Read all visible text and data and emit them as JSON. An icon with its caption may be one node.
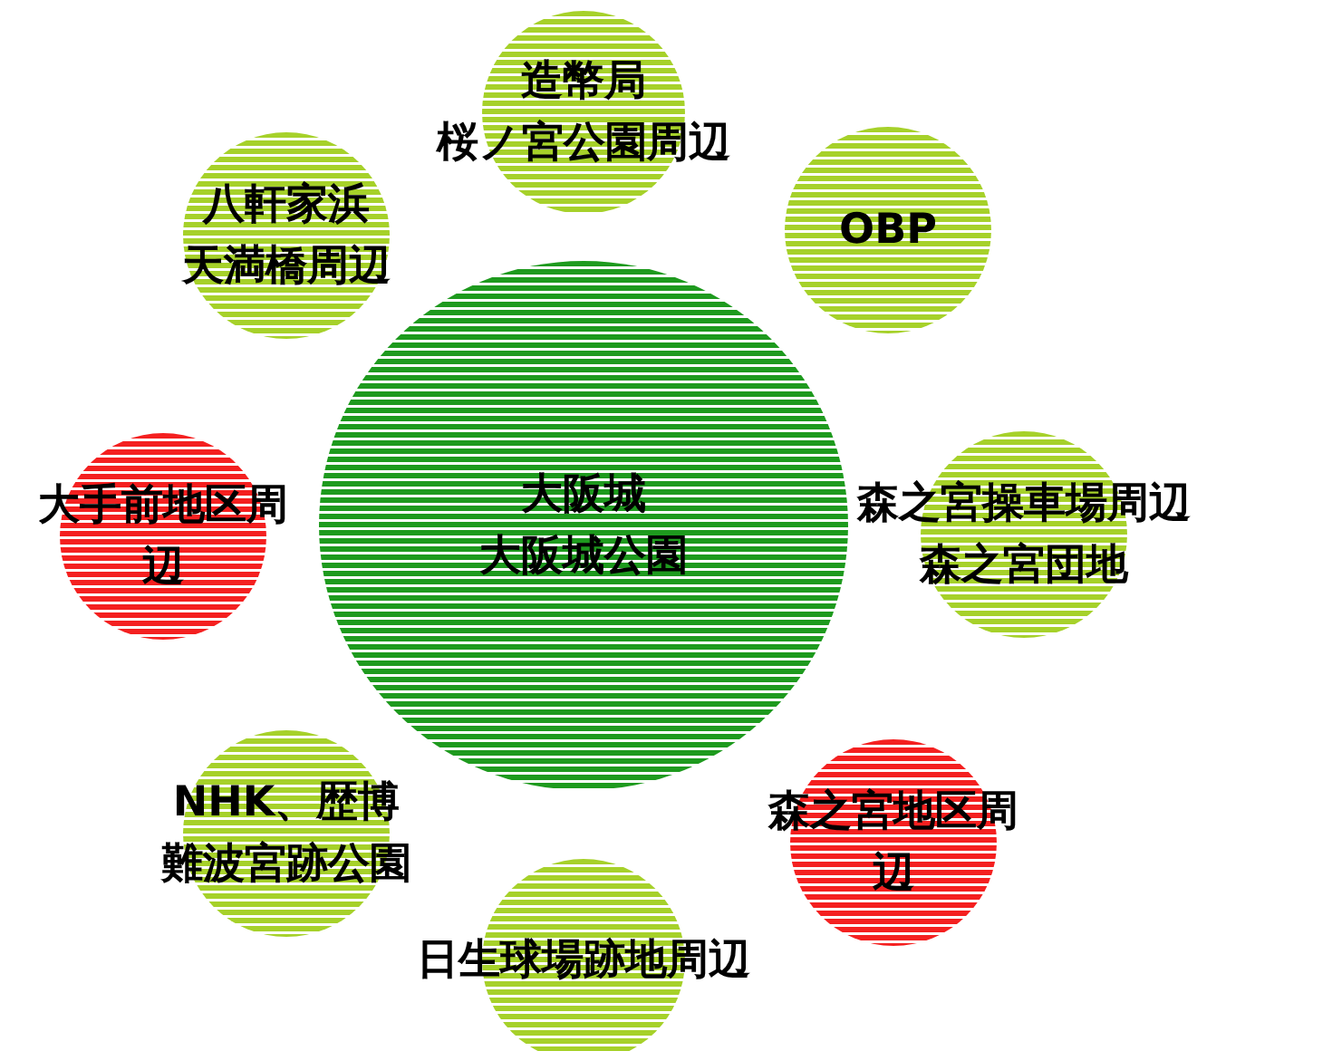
{
  "diagram": {
    "nodes": [
      {
        "text": [
          "大阪城",
          "大阪城公園"
        ]
      },
      {
        "text": [
          "造幣局",
          "桜ノ宮公園周辺"
        ]
      },
      {
        "text": [
          "OBP"
        ]
      },
      {
        "text": [
          "森之宮操車場周辺",
          "森之宮団地"
        ]
      },
      {
        "text": [
          "森之宮地区周辺"
        ]
      },
      {
        "text": [
          "日生球場跡地周辺"
        ]
      },
      {
        "text": [
          "NHK、歴博",
          "難波宮跡公園"
        ]
      },
      {
        "text": [
          "大手前地区周辺"
        ]
      },
      {
        "text": [
          "八軒家浜",
          "天満橋周辺"
        ]
      }
    ]
  }
}
